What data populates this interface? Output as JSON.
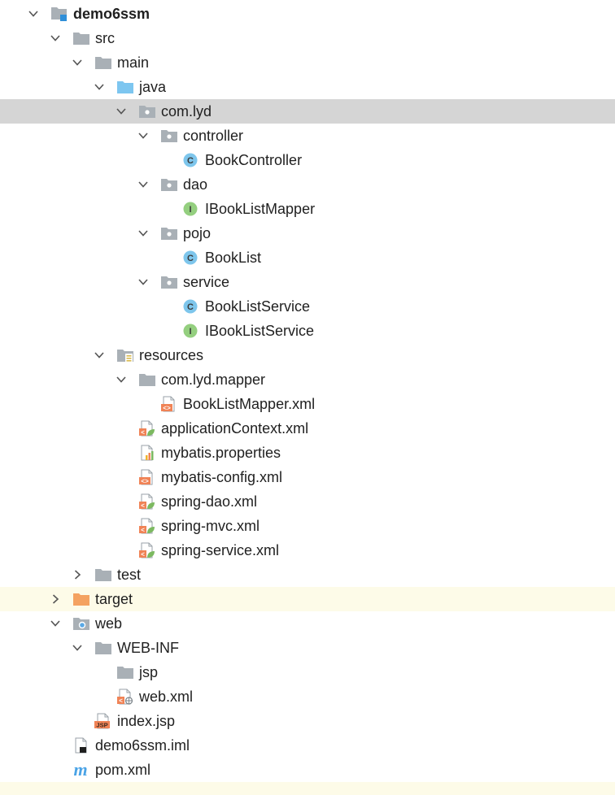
{
  "project_tree": {
    "items": [
      {
        "label": "demo6ssm",
        "icon": "project-module-icon",
        "depth": 0,
        "arrow": "expanded",
        "bold": true
      },
      {
        "label": "src",
        "icon": "folder-icon",
        "depth": 1,
        "arrow": "expanded"
      },
      {
        "label": "main",
        "icon": "folder-icon",
        "depth": 2,
        "arrow": "expanded"
      },
      {
        "label": "java",
        "icon": "source-folder-icon",
        "depth": 3,
        "arrow": "expanded"
      },
      {
        "label": "com.lyd",
        "icon": "package-icon",
        "depth": 4,
        "arrow": "expanded",
        "selected": true
      },
      {
        "label": "controller",
        "icon": "package-icon",
        "depth": 5,
        "arrow": "expanded"
      },
      {
        "label": "BookController",
        "icon": "class-icon",
        "depth": 6,
        "arrow": "none",
        "icon_letter": "C"
      },
      {
        "label": "dao",
        "icon": "package-icon",
        "depth": 5,
        "arrow": "expanded"
      },
      {
        "label": "IBookListMapper",
        "icon": "interface-icon",
        "depth": 6,
        "arrow": "none",
        "icon_letter": "I"
      },
      {
        "label": "pojo",
        "icon": "package-icon",
        "depth": 5,
        "arrow": "expanded"
      },
      {
        "label": "BookList",
        "icon": "class-icon",
        "depth": 6,
        "arrow": "none",
        "icon_letter": "C"
      },
      {
        "label": "service",
        "icon": "package-icon",
        "depth": 5,
        "arrow": "expanded"
      },
      {
        "label": "BookListService",
        "icon": "class-icon",
        "depth": 6,
        "arrow": "none",
        "icon_letter": "C"
      },
      {
        "label": "IBookListService",
        "icon": "interface-icon",
        "depth": 6,
        "arrow": "none",
        "icon_letter": "I"
      },
      {
        "label": "resources",
        "icon": "resources-folder-icon",
        "depth": 3,
        "arrow": "expanded"
      },
      {
        "label": "com.lyd.mapper",
        "icon": "folder-icon",
        "depth": 4,
        "arrow": "expanded"
      },
      {
        "label": "BookListMapper.xml",
        "icon": "xml-file-icon",
        "depth": 5,
        "arrow": "none"
      },
      {
        "label": "applicationContext.xml",
        "icon": "spring-xml-file-icon",
        "depth": 4,
        "arrow": "none"
      },
      {
        "label": "mybatis.properties",
        "icon": "properties-file-icon",
        "depth": 4,
        "arrow": "none"
      },
      {
        "label": "mybatis-config.xml",
        "icon": "xml-file-icon",
        "depth": 4,
        "arrow": "none"
      },
      {
        "label": "spring-dao.xml",
        "icon": "spring-xml-file-icon",
        "depth": 4,
        "arrow": "none"
      },
      {
        "label": "spring-mvc.xml",
        "icon": "spring-xml-file-icon",
        "depth": 4,
        "arrow": "none"
      },
      {
        "label": "spring-service.xml",
        "icon": "spring-xml-file-icon",
        "depth": 4,
        "arrow": "none"
      },
      {
        "label": "test",
        "icon": "folder-icon",
        "depth": 2,
        "arrow": "collapsed"
      },
      {
        "label": "target",
        "icon": "excluded-folder-icon",
        "depth": 1,
        "arrow": "collapsed",
        "excluded": true
      },
      {
        "label": "web",
        "icon": "web-folder-icon",
        "depth": 1,
        "arrow": "expanded"
      },
      {
        "label": "WEB-INF",
        "icon": "folder-icon",
        "depth": 2,
        "arrow": "expanded"
      },
      {
        "label": "jsp",
        "icon": "folder-icon",
        "depth": 3,
        "arrow": "none"
      },
      {
        "label": "web.xml",
        "icon": "web-xml-file-icon",
        "depth": 3,
        "arrow": "none"
      },
      {
        "label": "index.jsp",
        "icon": "jsp-file-icon",
        "depth": 2,
        "arrow": "none",
        "icon_text": "JSP"
      },
      {
        "label": "demo6ssm.iml",
        "icon": "iml-file-icon",
        "depth": 1,
        "arrow": "none"
      },
      {
        "label": "pom.xml",
        "icon": "maven-file-icon",
        "depth": 1,
        "arrow": "none",
        "icon_text": "m"
      }
    ]
  },
  "colors": {
    "selected_row": "#d5d5d5",
    "excluded_row": "#fdfbe8",
    "folder_gray": "#a9b0b6",
    "source_folder_blue": "#7dc6f0",
    "excluded_folder_orange": "#f4a261",
    "class_badge": "#7ec6ec",
    "interface_badge": "#94cf7f",
    "xml_orange": "#f08356",
    "spring_green": "#7cb960",
    "maven_blue": "#4aa3e6"
  }
}
